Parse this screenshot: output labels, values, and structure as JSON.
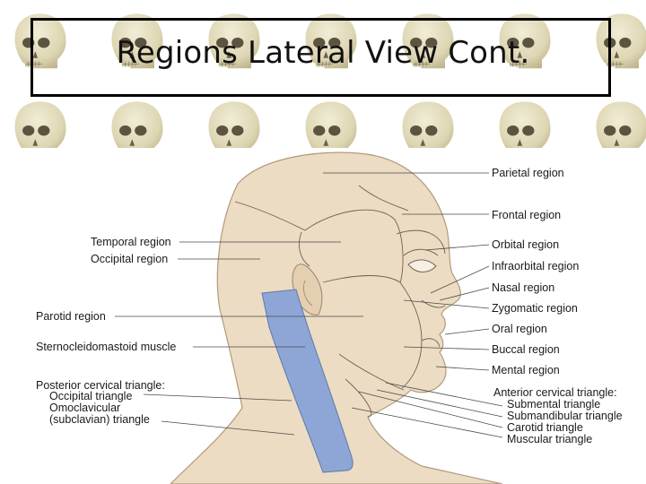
{
  "slide": {
    "title": "Regions Lateral View Cont."
  },
  "diagram": {
    "left_labels": {
      "temporal": "Temporal region",
      "occipital": "Occipital region",
      "parotid": "Parotid region",
      "sternocleidomastoid": "Sternocleidomastoid muscle",
      "posterior_cervical": "Posterior cervical triangle:",
      "occipital_triangle": "Occipital triangle",
      "omoclavicular_1": "Omoclavicular",
      "omoclavicular_2": "(subclavian) triangle"
    },
    "right_labels": {
      "parietal": "Parietal region",
      "frontal": "Frontal region",
      "orbital": "Orbital region",
      "infraorbital": "Infraorbital region",
      "nasal": "Nasal region",
      "zygomatic": "Zygomatic region",
      "oral": "Oral region",
      "buccal": "Buccal region",
      "mental": "Mental region",
      "anterior_cervical": "Anterior cervical triangle:",
      "submental": "Submental triangle",
      "submandibular": "Submandibular triangle",
      "carotid": "Carotid triangle",
      "muscular": "Muscular triangle"
    }
  },
  "colors": {
    "skin": "#ecdcc3",
    "muscle": "#8da6d6",
    "background_skull": "#e4dfc2"
  }
}
